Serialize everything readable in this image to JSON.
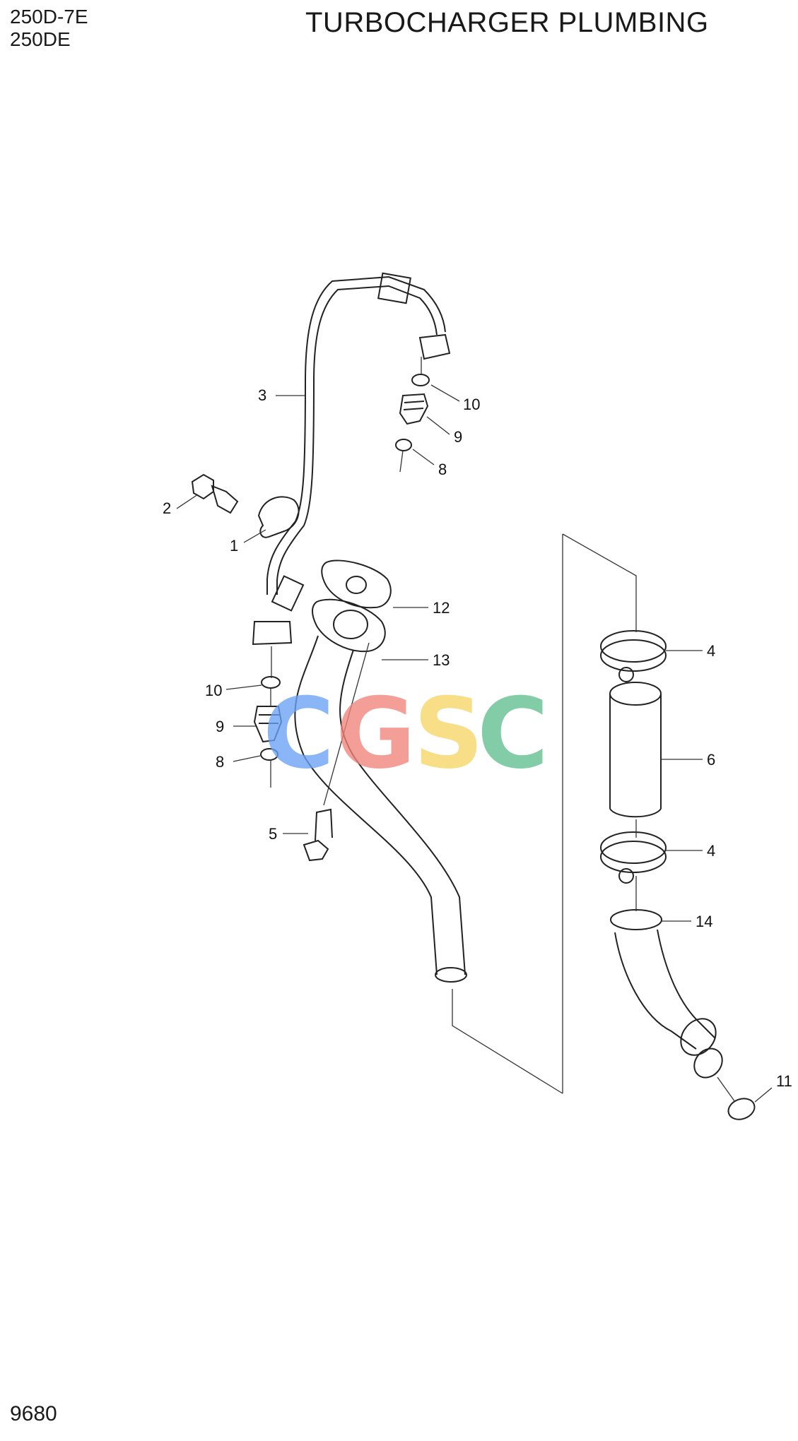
{
  "header": {
    "model_line_1": "250D-7E",
    "model_line_2": "250DE",
    "title": "TURBOCHARGER PLUMBING"
  },
  "footer": {
    "page_number": "9680"
  },
  "watermark": {
    "letters": [
      "C",
      "G",
      "S",
      "C"
    ],
    "colors": [
      "#6aa1f5",
      "#f2847c",
      "#f7d565",
      "#5fbf90"
    ]
  },
  "callouts": {
    "c1": "1",
    "c2": "2",
    "c3": "3",
    "c4a": "4",
    "c4b": "4",
    "c5": "5",
    "c6": "6",
    "c8a": "8",
    "c8b": "8",
    "c9a": "9",
    "c9b": "9",
    "c10a": "10",
    "c10b": "10",
    "c11": "11",
    "c12": "12",
    "c13": "13",
    "c14": "14"
  }
}
